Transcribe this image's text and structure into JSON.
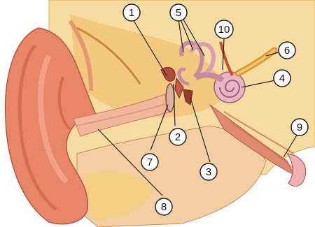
{
  "header": {
    "caption": ""
  },
  "callouts": [
    {
      "id": "1",
      "label": "1"
    },
    {
      "id": "2",
      "label": "2"
    },
    {
      "id": "3",
      "label": "3"
    },
    {
      "id": "4",
      "label": "4"
    },
    {
      "id": "5",
      "label": "5"
    },
    {
      "id": "6",
      "label": "6"
    },
    {
      "id": "7",
      "label": "7"
    },
    {
      "id": "8",
      "label": "8"
    },
    {
      "id": "9",
      "label": "9"
    },
    {
      "id": "10",
      "label": "10"
    }
  ],
  "colors": {
    "skin": "#e9866a",
    "skin_dark": "#c95f45",
    "canal": "#f2b79a",
    "bone": "#f1d27a",
    "bone_dark": "#d9a94a",
    "cochlea": "#e8b6c6",
    "nerve": "#d9962e",
    "tube": "#d85a44",
    "outline": "#333333"
  }
}
